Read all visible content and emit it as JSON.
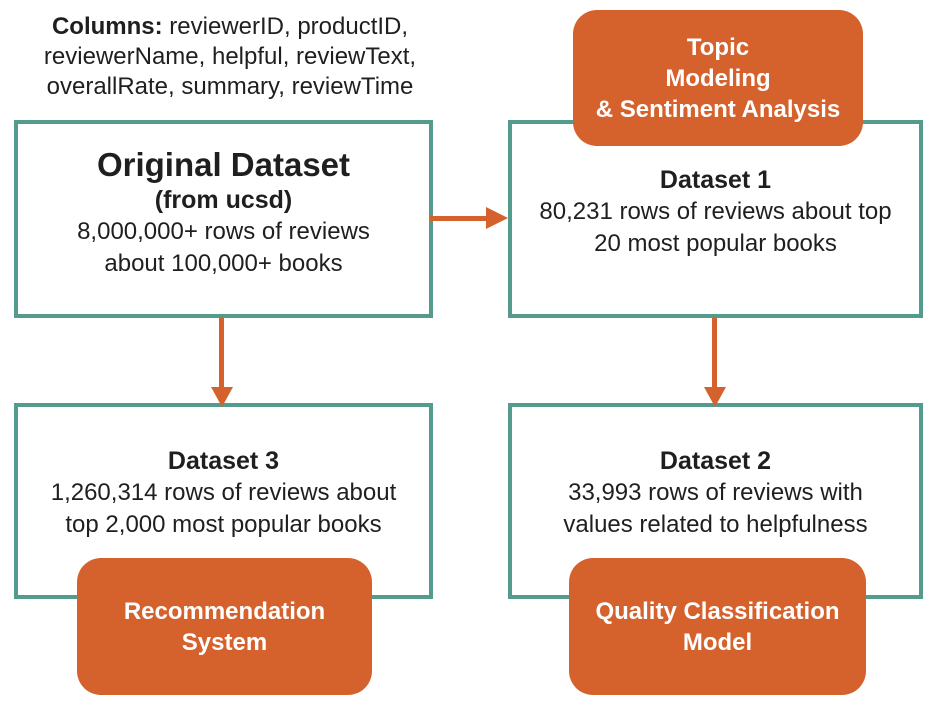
{
  "palette": {
    "accent_orange": "#d5612c",
    "box_border_teal": "#549b8d",
    "text_dark": "#1f1f1f",
    "text_on_orange": "#ffffff"
  },
  "columns_note": {
    "bold": "Columns:",
    "line1_rest": " reviewerID, productID,",
    "line2": "reviewerName, helpful, reviewText,",
    "line3": "overallRate, summary, reviewTime"
  },
  "boxes": {
    "original": {
      "title": "Original Dataset",
      "subtitle": "(from ucsd)",
      "desc": "8,000,000+ rows of reviews\nabout 100,000+ books"
    },
    "dataset1": {
      "title": "Dataset 1",
      "desc": "80,231 rows of reviews about top\n20 most popular books"
    },
    "dataset2": {
      "title": "Dataset 2",
      "desc": "33,993 rows of reviews with\nvalues related to helpfulness"
    },
    "dataset3": {
      "title": "Dataset 3",
      "desc": "1,260,314 rows of reviews about\ntop 2,000 most popular books"
    }
  },
  "process_boxes": {
    "topic_modeling": "Topic\nModeling\n& Sentiment Analysis",
    "recommendation": "Recommendation\nSystem",
    "quality": "Quality Classification\nModel"
  }
}
